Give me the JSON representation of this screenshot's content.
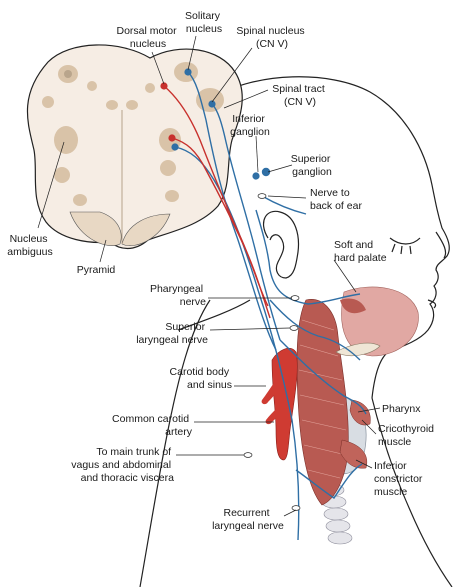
{
  "labels": {
    "dorsal_motor_nucleus": [
      "Dorsal motor",
      "nucleus"
    ],
    "solitary_nucleus": [
      "Solitary",
      "nucleus"
    ],
    "spinal_nucleus": [
      "Spinal nucleus",
      "(CN V)"
    ],
    "spinal_tract": [
      "Spinal tract",
      "(CN V)"
    ],
    "inferior_ganglion": [
      "Inferior",
      "ganglion"
    ],
    "superior_ganglion": [
      "Superior",
      "ganglion"
    ],
    "nerve_to_back_of_ear": [
      "Nerve to",
      "back of ear"
    ],
    "soft_hard_palate": [
      "Soft and",
      "hard palate"
    ],
    "nucleus_ambiguus": [
      "Nucleus",
      "ambiguus"
    ],
    "pyramid": [
      "Pyramid"
    ],
    "pharyngeal_nerve": [
      "Pharyngeal",
      "nerve"
    ],
    "superior_laryngeal_nerve": [
      "Superior",
      "laryngeal nerve"
    ],
    "carotid_body_sinus": [
      "Carotid body",
      "and sinus"
    ],
    "common_carotid_artery": [
      "Common carotid",
      "artery"
    ],
    "main_trunk_vagus": [
      "To main trunk of",
      "vagus and abdominal",
      "and thoracic viscera"
    ],
    "recurrent_laryngeal_nerve": [
      "Recurrent",
      "laryngeal nerve"
    ],
    "pharynx": [
      "Pharynx"
    ],
    "cricothyroid_muscle": [
      "Cricothyroid",
      "muscle"
    ],
    "inferior_constrictor_muscle": [
      "Inferior",
      "constrictor",
      "muscle"
    ]
  },
  "colors": {
    "nerve_sensory": "#2f6fa5",
    "nerve_motor": "#c8312d",
    "brainstem_fill": "#f6ede4",
    "nucleus_fill": "#d9c3a8",
    "muscle": "#b85a52",
    "artery": "#cf3b32"
  }
}
